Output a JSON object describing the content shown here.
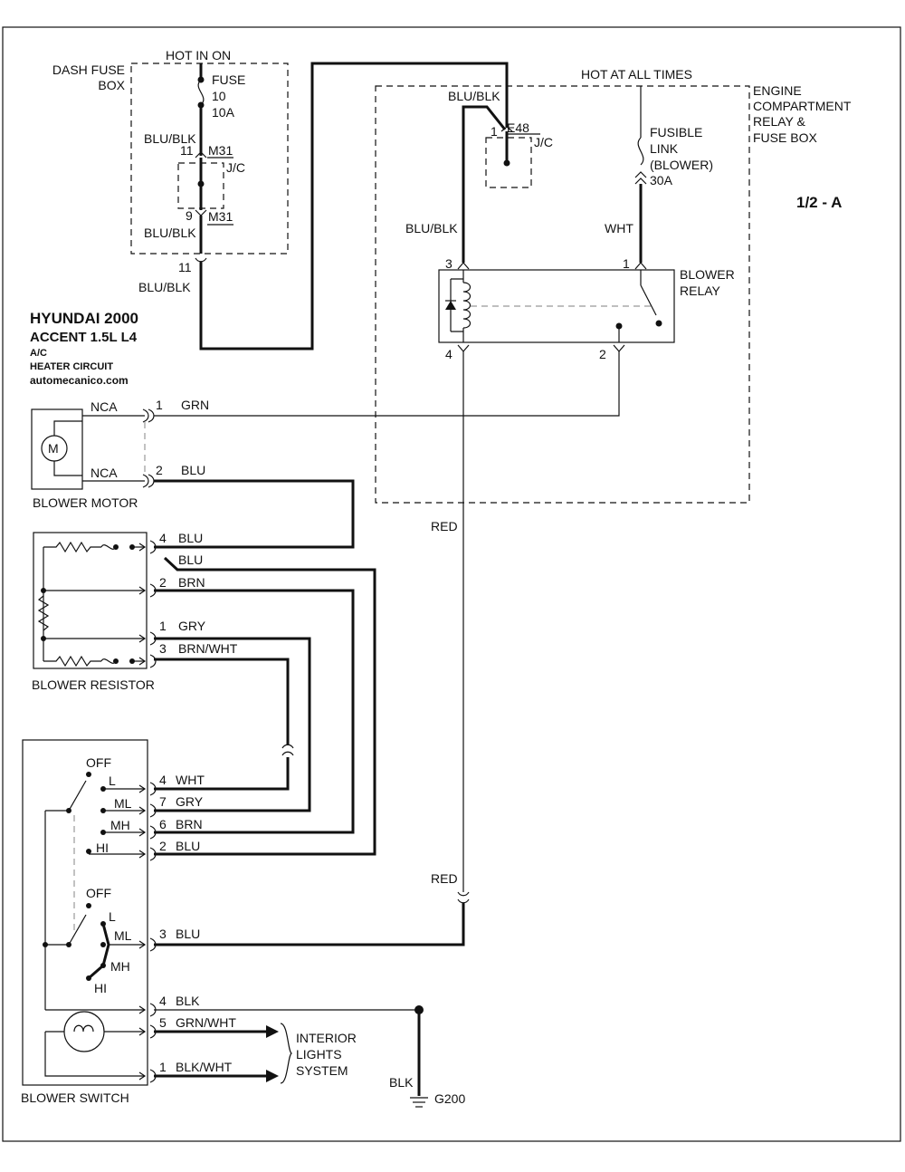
{
  "title": {
    "make": "HYUNDAI  2000",
    "model": "ACCENT  1.5L  L4",
    "system": "A/C",
    "circuit": "HEATER CIRCUIT",
    "site": "automecanico.com",
    "page": "1/2 - A"
  },
  "labels": {
    "hot_in_on": "HOT IN ON",
    "dash_fuse_box_1": "DASH FUSE",
    "dash_fuse_box_2": "BOX",
    "fuse_1": "FUSE",
    "fuse_2": "10",
    "fuse_3": "10A",
    "hot_at_all_times": "HOT AT ALL TIMES",
    "ecr_1": "ENGINE",
    "ecr_2": "COMPARTMENT",
    "ecr_3": "RELAY &",
    "ecr_4": "FUSE BOX",
    "fusible_1": "FUSIBLE",
    "fusible_2": "LINK",
    "fusible_3": "(BLOWER)",
    "fusible_4": "30A",
    "blower_relay_1": "BLOWER",
    "blower_relay_2": "RELAY",
    "blower_motor": "BLOWER MOTOR",
    "blower_resistor": "BLOWER RESISTOR",
    "blower_switch": "BLOWER SWITCH",
    "interior_1": "INTERIOR",
    "interior_2": "LIGHTS",
    "interior_3": "SYSTEM",
    "ground": "G200",
    "jc": "J/C",
    "m31": "M31",
    "e48": "E48",
    "motor_m": "M",
    "nca": "NCA"
  },
  "wires": {
    "blu_blk": "BLU/BLK",
    "wht": "WHT",
    "red": "RED",
    "grn": "GRN",
    "blu": "BLU",
    "brn": "BRN",
    "gry": "GRY",
    "brn_wht": "BRN/WHT",
    "blk": "BLK",
    "grn_wht": "GRN/WHT",
    "blk_wht": "BLK/WHT"
  },
  "pins": {
    "p1": "1",
    "p2": "2",
    "p3": "3",
    "p4": "4",
    "p5": "5",
    "p6": "6",
    "p7": "7",
    "p9": "9",
    "p11": "11"
  },
  "switch_positions": {
    "off": "OFF",
    "l": "L",
    "ml": "ML",
    "mh": "MH",
    "hi": "HI"
  }
}
